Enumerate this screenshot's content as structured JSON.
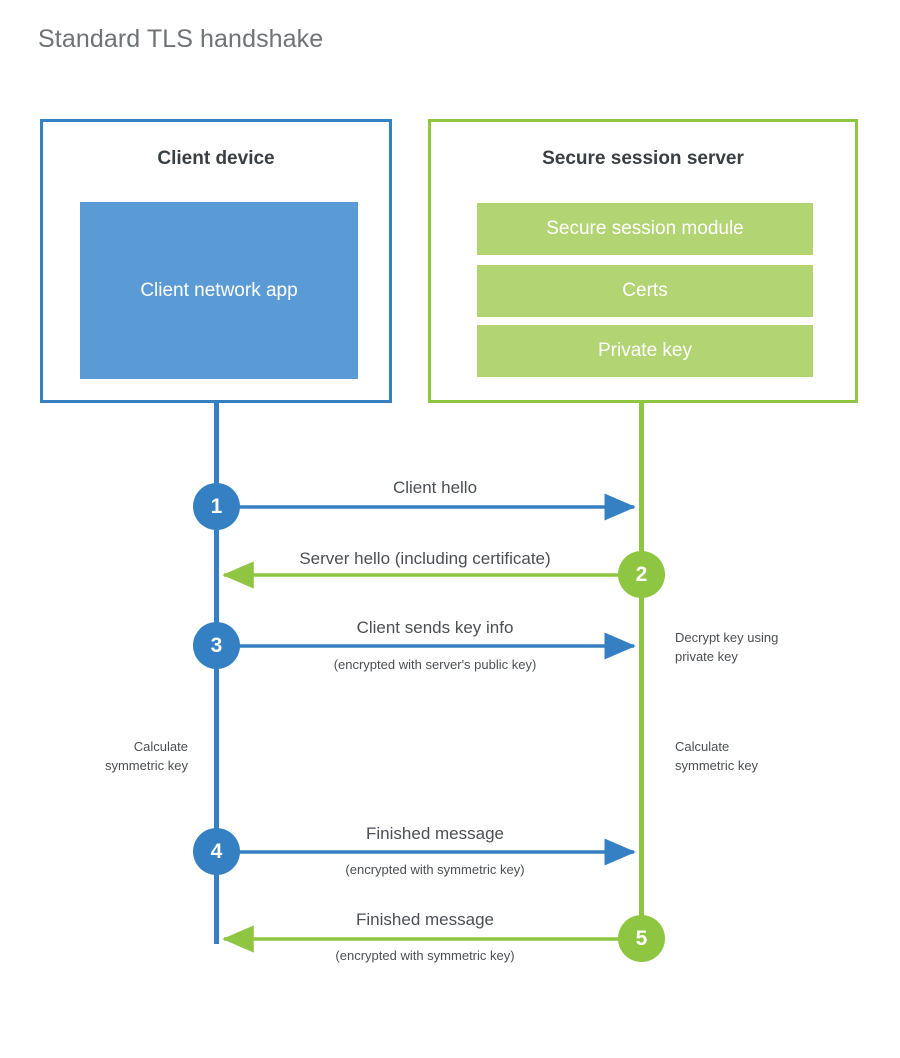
{
  "title": "Standard TLS handshake",
  "colors": {
    "client_border": "#3580c2",
    "client_fill": "#5b9bd5",
    "server_border": "#8ec641",
    "server_fill": "#b2d472",
    "text_dark": "#3a3f44",
    "text_body": "#4b4f54",
    "title_gray": "#6f7276",
    "background": "#ffffff"
  },
  "client": {
    "title": "Client device",
    "app_label": "Client network app"
  },
  "server": {
    "title": "Secure session server",
    "components": [
      {
        "label": "Secure session module"
      },
      {
        "label": "Certs"
      },
      {
        "label": "Private key"
      }
    ]
  },
  "steps": [
    {
      "number": "1",
      "label": "Client hello",
      "sub": "",
      "direction": "client-to-server",
      "color": "blue"
    },
    {
      "number": "2",
      "label": "Server hello (including certificate)",
      "sub": "",
      "direction": "server-to-client",
      "color": "green"
    },
    {
      "number": "3",
      "label": "Client sends key info",
      "sub": "(encrypted with server's public key)",
      "direction": "client-to-server",
      "color": "blue"
    },
    {
      "number": "4",
      "label": "Finished message",
      "sub": "(encrypted with symmetric key)",
      "direction": "client-to-server",
      "color": "blue"
    },
    {
      "number": "5",
      "label": "Finished message",
      "sub": "(encrypted with symmetric key)",
      "direction": "server-to-client",
      "color": "green"
    }
  ],
  "annotations": [
    {
      "id": "decrypt-key",
      "text": "Decrypt key using\nprivate key",
      "side": "right"
    },
    {
      "id": "client-calc-key",
      "text": "Calculate\nsymmetric key",
      "side": "left"
    },
    {
      "id": "server-calc-key",
      "text": "Calculate\nsymmetric key",
      "side": "right"
    }
  ]
}
